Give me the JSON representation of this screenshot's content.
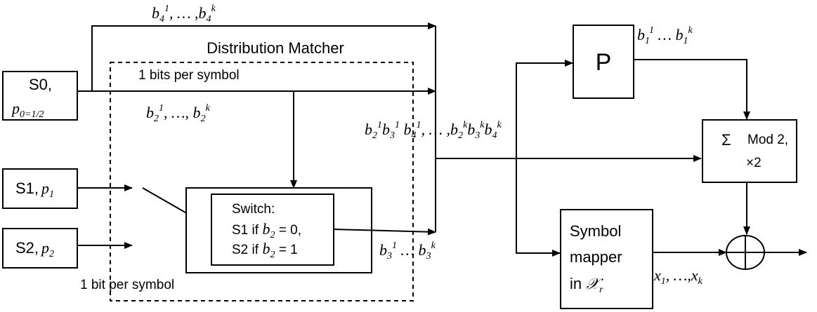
{
  "labels": {
    "dm_title": "Distribution Matcher",
    "one_bits_per_symbol": "1 bits per symbol",
    "one_bit_per_symbol": "1 bit per symbol",
    "s0": "S0,",
    "s1": "S1,",
    "s2": "S2,",
    "switch_title": "Switch:",
    "switch_s1": "S1 if",
    "switch_s1_tail": "= 0,",
    "switch_s2": "S2 if",
    "switch_s2_tail": "= 1",
    "p_block": "P",
    "sum_symbol": "Σ",
    "mod2": "Mod 2,",
    "times2": "×2",
    "mapper_line1": "Symbol",
    "mapper_line2": "mapper",
    "mapper_line3": "in"
  }
}
